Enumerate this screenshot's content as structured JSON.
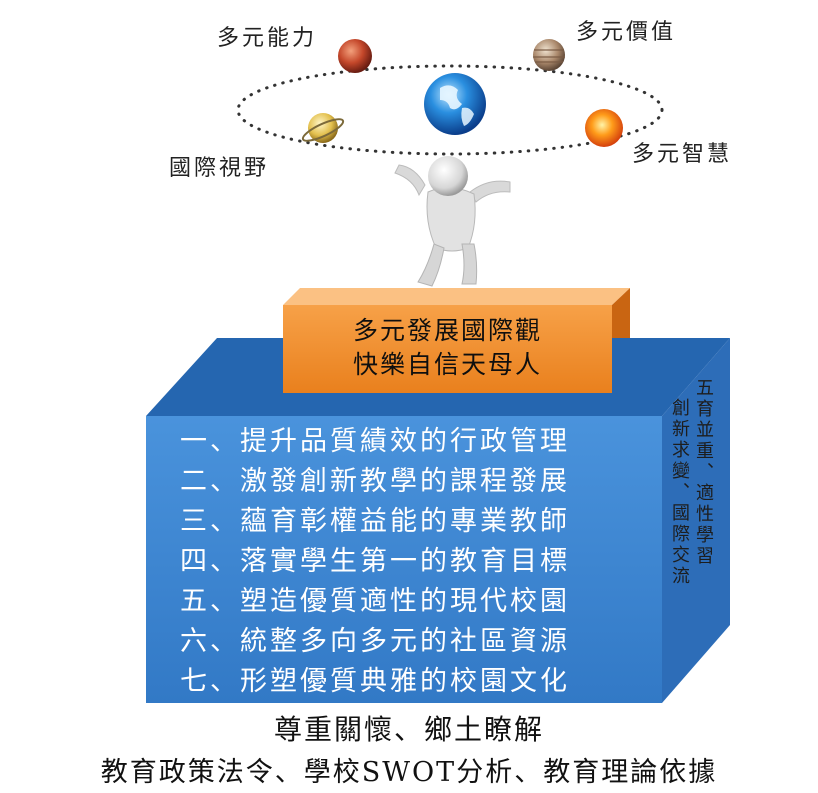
{
  "planets": {
    "ability": "多元能力",
    "value": "多元價值",
    "vision": "國際視野",
    "wisdom": "多元智慧"
  },
  "vision_block": {
    "line1": "多元發展國際觀",
    "line2": "快樂自信天母人"
  },
  "plans": [
    "一、提升品質績效的行政管理",
    "二、激發創新教學的課程發展",
    "三、蘊育彰權益能的專業教師",
    "四、落實學生第一的教育目標",
    "五、塑造優質適性的現代校園",
    "六、統整多向多元的社區資源",
    "七、形塑優質典雅的校園文化"
  ],
  "side_panel": {
    "col1": "五育並重、適性學習",
    "col2": "創新求變、國際交流"
  },
  "foundation": {
    "line1": "尊重關懷、鄉土瞭解",
    "line2": "教育政策法令、學校SWOT分析、教育理論依據"
  },
  "colors": {
    "orange_block": "#f08a2a",
    "blue_block": "#3b82d0",
    "blue_side": "#2f6fb8"
  }
}
